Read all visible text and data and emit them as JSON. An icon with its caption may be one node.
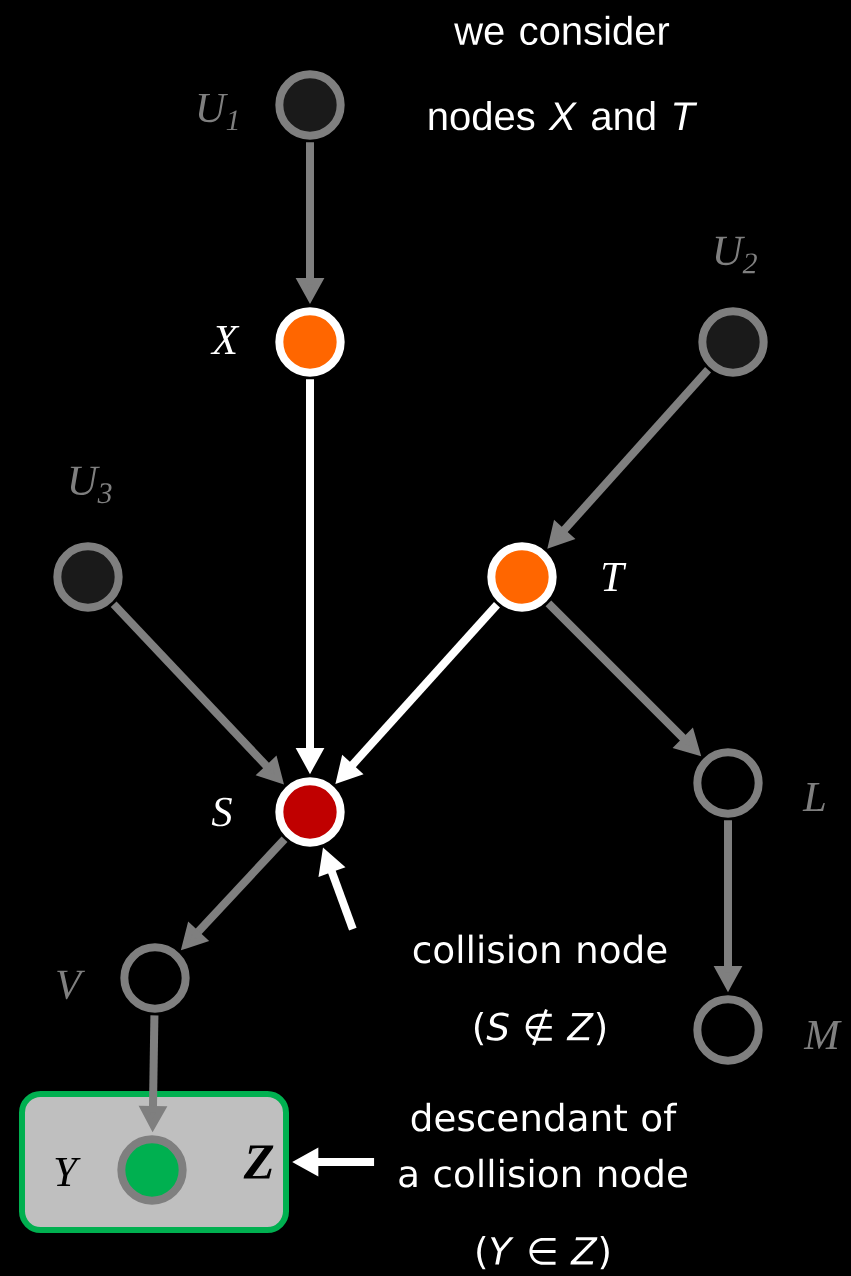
{
  "diagram": {
    "nodes": [
      {
        "text": [],
        "shape": "circle",
        "beside": [
          "U$_{1}$"
        ]
      },
      {
        "text": [],
        "shape": "circle",
        "beside": [
          "X"
        ]
      },
      {
        "text": [],
        "shape": "circle",
        "beside": [
          "U$_{2}$"
        ]
      },
      {
        "text": [],
        "shape": "circle",
        "beside": [
          "U$_{3}$"
        ]
      },
      {
        "text": [],
        "shape": "circle",
        "beside": [
          "T"
        ]
      },
      {
        "text": [],
        "shape": "circle",
        "beside": [
          "S"
        ]
      },
      {
        "text": [],
        "shape": "circle",
        "beside": [
          "L"
        ]
      },
      {
        "text": [],
        "shape": "circle",
        "beside": [
          "V"
        ]
      },
      {
        "text": [],
        "shape": "circle",
        "beside": [
          "M"
        ]
      },
      {
        "text": [
          "Z"
        ]
      },
      {
        "text": [],
        "shape": "circle",
        "beside": [
          "Y"
        ],
        "in": 9
      },
      {
        "text": [
          "collision node",
          "(*S* ∉ *Z*)"
        ]
      },
      {
        "text": [
          "descendant of a collision node",
          "(*Y* ∈ *Z*)"
        ]
      }
    ],
    "edges": [
      {
        "from": 0,
        "to": 1,
        "arrow": "to"
      },
      {
        "from": 1,
        "to": 5,
        "arrow": "to",
        "color": "#ffffff"
      },
      {
        "from": 2,
        "to": 4,
        "arrow": "to"
      },
      {
        "from": 3,
        "to": 5,
        "arrow": "to"
      },
      {
        "from": 4,
        "to": 5,
        "arrow": "to",
        "color": "#ffffff"
      },
      {
        "from": 4,
        "to": 6,
        "arrow": "to"
      },
      {
        "from": 5,
        "to": 7,
        "arrow": "to"
      },
      {
        "from": 6,
        "to": 8,
        "arrow": "to"
      },
      {
        "from": 7,
        "to": 10,
        "arrow": "to"
      },
      {
        "from": 11,
        "to": 5,
        "arrow": "to",
        "color": "#ffffff"
      },
      {
        "from": 12,
        "to": 9,
        "arrow": "to",
        "color": "#ffffff"
      }
    ],
    "labels": [
      "we consider nodes *X* and *T*"
    ]
  }
}
